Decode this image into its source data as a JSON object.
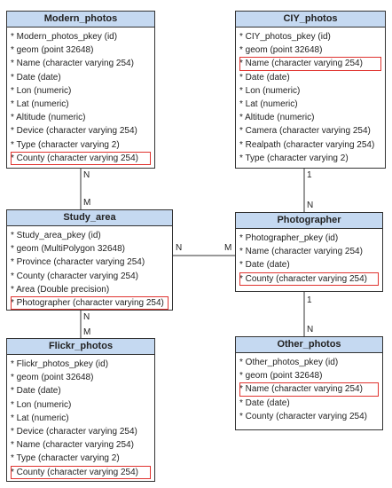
{
  "entities": {
    "modern_photos": {
      "title": "Modern_photos",
      "fields": [
        "* Modern_photos_pkey (id)",
        "* geom (point 32648)",
        "* Name (character varying 254)",
        "* Date (date)",
        "* Lon (numeric)",
        "* Lat (numeric)",
        "* Altitude (numeric)",
        "* Device (character varying 254)",
        "* Type (character varying 2)",
        "* County (character varying 254)"
      ]
    },
    "ciy_photos": {
      "title": "CIY_photos",
      "fields": [
        "* CIY_photos_pkey (id)",
        "* geom (point 32648)",
        "* Name (character varying 254)",
        "* Date (date)",
        "* Lon (numeric)",
        "* Lat (numeric)",
        "* Altitude (numeric)",
        "* Camera (character varying 254)",
        "* Realpath (character varying 254)",
        "* Type (character varying 2)"
      ]
    },
    "study_area": {
      "title": "Study_area",
      "fields": [
        "* Study_area_pkey (id)",
        "* geom (MultiPolygon 32648)",
        "* Province (character varying 254)",
        "* County (character varying 254)",
        "* Area (Double precision)",
        "* Photographer (character varying 254)"
      ]
    },
    "photographer": {
      "title": "Photographer",
      "fields": [
        "* Photographer_pkey (id)",
        "* Name (character varying 254)",
        "* Date (date)",
        "* County (character varying 254)"
      ]
    },
    "flickr_photos": {
      "title": "Flickr_photos",
      "fields": [
        "* Flickr_photos_pkey (id)",
        "* geom (point 32648)",
        "* Date (date)",
        "* Lon (numeric)",
        "* Lat (numeric)",
        "* Device (character varying 254)",
        "* Name (character varying 254)",
        "* Type (character varying 2)",
        "* County (character varying 254)"
      ]
    },
    "other_photos": {
      "title": "Other_photos",
      "fields": [
        "* Other_photos_pkey (id)",
        "* geom (point 32648)",
        "* Name (character varying 254)",
        "* Date (date)",
        "* County (character varying 254)"
      ]
    }
  },
  "relationships": {
    "modern_study": {
      "from_card": "N",
      "to_card": "M"
    },
    "study_photographer": {
      "from_card": "N",
      "to_card": "M"
    },
    "study_flickr": {
      "from_card": "N",
      "to_card": "M"
    },
    "ciy_photographer": {
      "from_card": "1",
      "to_card": "N"
    },
    "photographer_other": {
      "from_card": "1",
      "to_card": "N"
    }
  },
  "highlight_color": "#e0332f",
  "header_color": "#c5d9f1",
  "highlighted_fields": {
    "modern_photos": [
      9
    ],
    "ciy_photos": [
      2
    ],
    "study_area": [
      5
    ],
    "photographer": [
      3
    ],
    "flickr_photos": [
      8
    ],
    "other_photos": [
      2
    ]
  }
}
